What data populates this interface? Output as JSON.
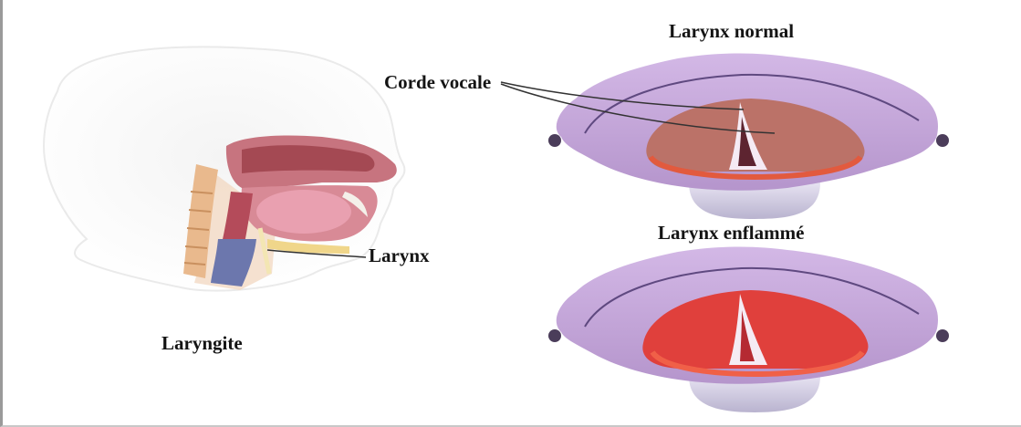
{
  "labels": {
    "larynx_normal": "Larynx normal",
    "corde_vocale": "Corde vocale",
    "larynx": "Larynx",
    "larynx_enflamme": "Larynx enflammé",
    "laryngite": "Laryngite"
  },
  "colors": {
    "head_silhouette": "#f1f1f1",
    "tissue_pink": "#d8a6b4",
    "cavity_red": "#a34a56",
    "larynx_rim": "#c4a6d8",
    "normal_cords": "#bb7268",
    "inflamed_cords": "#e0403c",
    "leader_line": "#333333"
  },
  "icons": [
    "head-cross-section-illustration",
    "normal-larynx-illustration",
    "inflamed-larynx-illustration"
  ]
}
